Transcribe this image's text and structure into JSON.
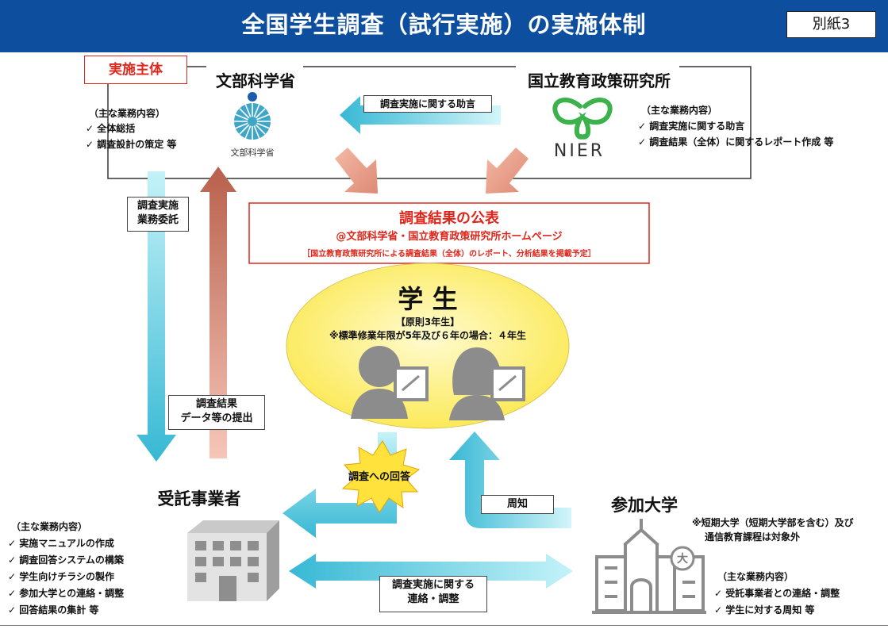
{
  "header": {
    "title": "全国学生調査（試行実施）の実施体制",
    "attachment": "別紙3"
  },
  "organizer": {
    "tag": "実施主体",
    "mext": {
      "name": "文部科学省",
      "logo_text": "文部科学省",
      "duties_heading": "（主な業務内容）",
      "duties": [
        "✓ 全体総括",
        "✓ 調査設計の策定 等"
      ]
    },
    "nier": {
      "name": "国立教育政策研究所",
      "logo_text": "NIER",
      "duties_heading": "（主な業務内容）",
      "duties": [
        "✓ 調査実施に関する助言",
        "✓ 調査結果（全体）に関するレポート作成 等"
      ]
    },
    "advice_arrow_label": "調査実施に関する助言"
  },
  "publication": {
    "title": "調査結果の公表",
    "subtitle": "@文部科学省・国立教育政策研究所ホームページ",
    "note": "［国立教育政策研究所による調査結果（全体）のレポート、分析結果を掲載予定］"
  },
  "students": {
    "title": "学 生",
    "line1": "【原則3年生】",
    "line2": "※標準修業年限が5年及び６年の場合：４年生"
  },
  "arrows": {
    "commission": [
      "調査実施",
      "業務委託"
    ],
    "results": [
      "調査結果",
      "データ等の提出"
    ],
    "answers": "調査への回答",
    "notice": "周知",
    "liaison": [
      "調査実施に関する",
      "連絡・調整"
    ]
  },
  "contractor": {
    "name": "受託事業者",
    "duties_heading": "（主な業務内容）",
    "duties": [
      "✓ 実施マニュアルの作成",
      "✓ 調査回答システムの構築",
      "✓ 学生向けチラシの製作",
      "✓ 参加大学との連絡・調整",
      "✓ 回答結果の集計 等"
    ]
  },
  "university": {
    "name": "参加大学",
    "note": [
      "※短期大学（短期大学部を含む）及び",
      "通信教育課程は対象外"
    ],
    "badge": "大",
    "duties_heading": "（主な業務内容）",
    "duties": [
      "✓ 受託事業者との連絡・調整",
      "✓ 学生に対する周知 等"
    ]
  },
  "colors": {
    "header_blue": "#0d4f9e",
    "accent_red": "#e0261a",
    "cyan_arrow": "#4cc3dc",
    "salmon_arrow": "#d98a78",
    "ellipse_yellow": "#fff07a"
  }
}
